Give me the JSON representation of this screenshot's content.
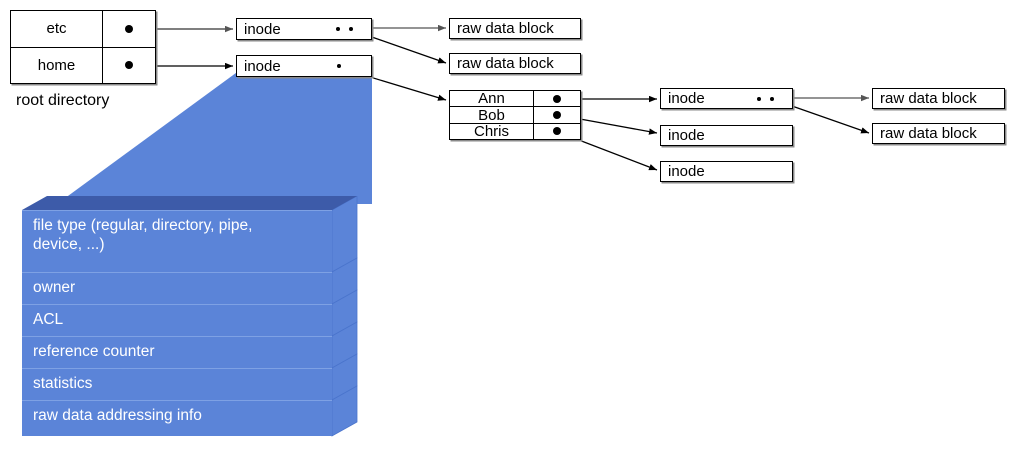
{
  "diagram": {
    "title": "unix-inode-directory-structure",
    "colors": {
      "block_front": "#5b84d8",
      "block_top": "#3d5ba9",
      "cone": "#5b84d8",
      "box_border": "#000000",
      "box_shadow": "#8a8a8a",
      "text_on_block": "#ffffff"
    },
    "root_directory": {
      "caption": "root directory",
      "entries": [
        {
          "name": "etc",
          "pointer": "pointer-dot"
        },
        {
          "name": "home",
          "pointer": "pointer-dot"
        }
      ]
    },
    "level1_inodes": [
      {
        "label": "inode",
        "pointer_count": 2
      },
      {
        "label": "inode",
        "pointer_count": 1
      }
    ],
    "level1_data_blocks": [
      {
        "label": "raw data block"
      },
      {
        "label": "raw data block"
      }
    ],
    "home_directory": {
      "entries": [
        {
          "name": "Ann",
          "pointer": "pointer-dot"
        },
        {
          "name": "Bob",
          "pointer": "pointer-dot"
        },
        {
          "name": "Chris",
          "pointer": "pointer-dot"
        }
      ]
    },
    "level2_inodes": [
      {
        "label": "inode",
        "pointer_count": 2
      },
      {
        "label": "inode",
        "pointer_count": 0
      },
      {
        "label": "inode",
        "pointer_count": 0
      }
    ],
    "level2_data_blocks": [
      {
        "label": "raw data block"
      },
      {
        "label": "raw data block"
      }
    ],
    "inode_detail": {
      "fields": [
        {
          "label": "file type (regular, directory, pipe, device, ...)",
          "lines": [
            "file type (regular, directory, pipe,",
            "device, ...)"
          ]
        },
        {
          "label": "owner",
          "lines": [
            "owner"
          ]
        },
        {
          "label": "ACL",
          "lines": [
            "ACL"
          ]
        },
        {
          "label": "reference counter",
          "lines": [
            "reference counter"
          ]
        },
        {
          "label": "statistics",
          "lines": [
            "statistics"
          ]
        },
        {
          "label": "raw data addressing info",
          "lines": [
            "raw data addressing info"
          ]
        }
      ]
    }
  }
}
